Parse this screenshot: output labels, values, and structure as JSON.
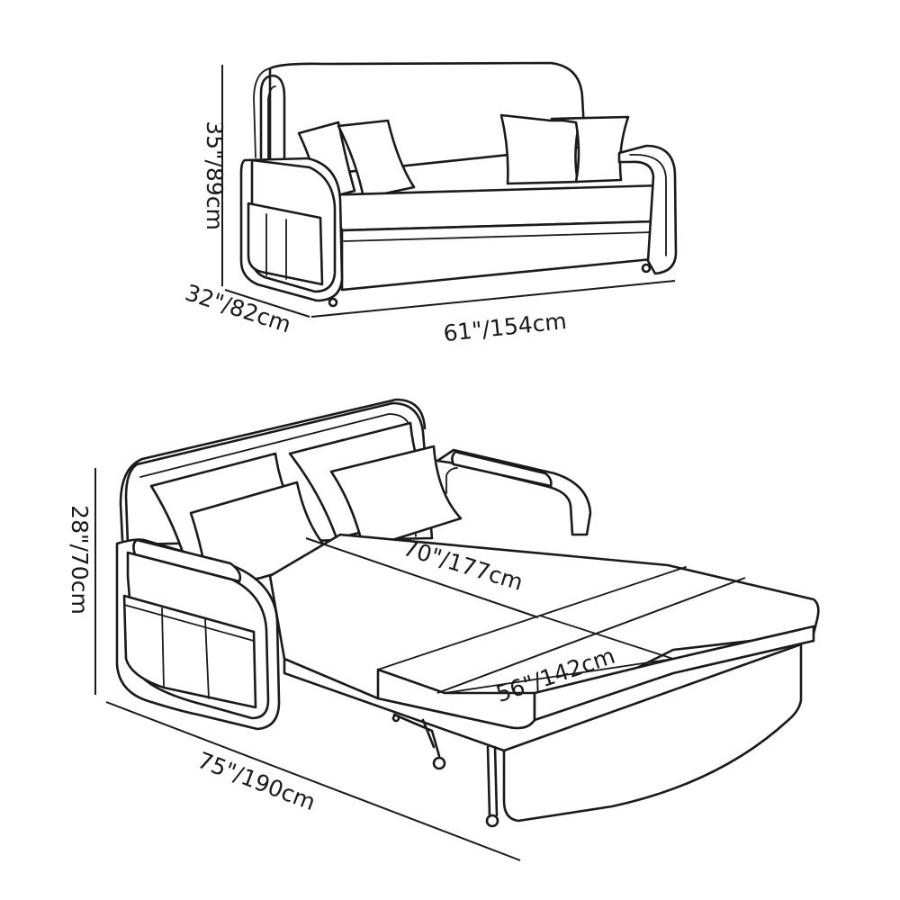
{
  "diagram": {
    "sofa": {
      "height_label": "35\"/89cm",
      "depth_label": "32\"/82cm",
      "width_label": "61\"/154cm"
    },
    "bed": {
      "height_label": "28\"/70cm",
      "length_label": "75\"/190cm",
      "mattress_length_label": "70\"/177cm",
      "mattress_width_label": "56\"/142cm"
    }
  }
}
